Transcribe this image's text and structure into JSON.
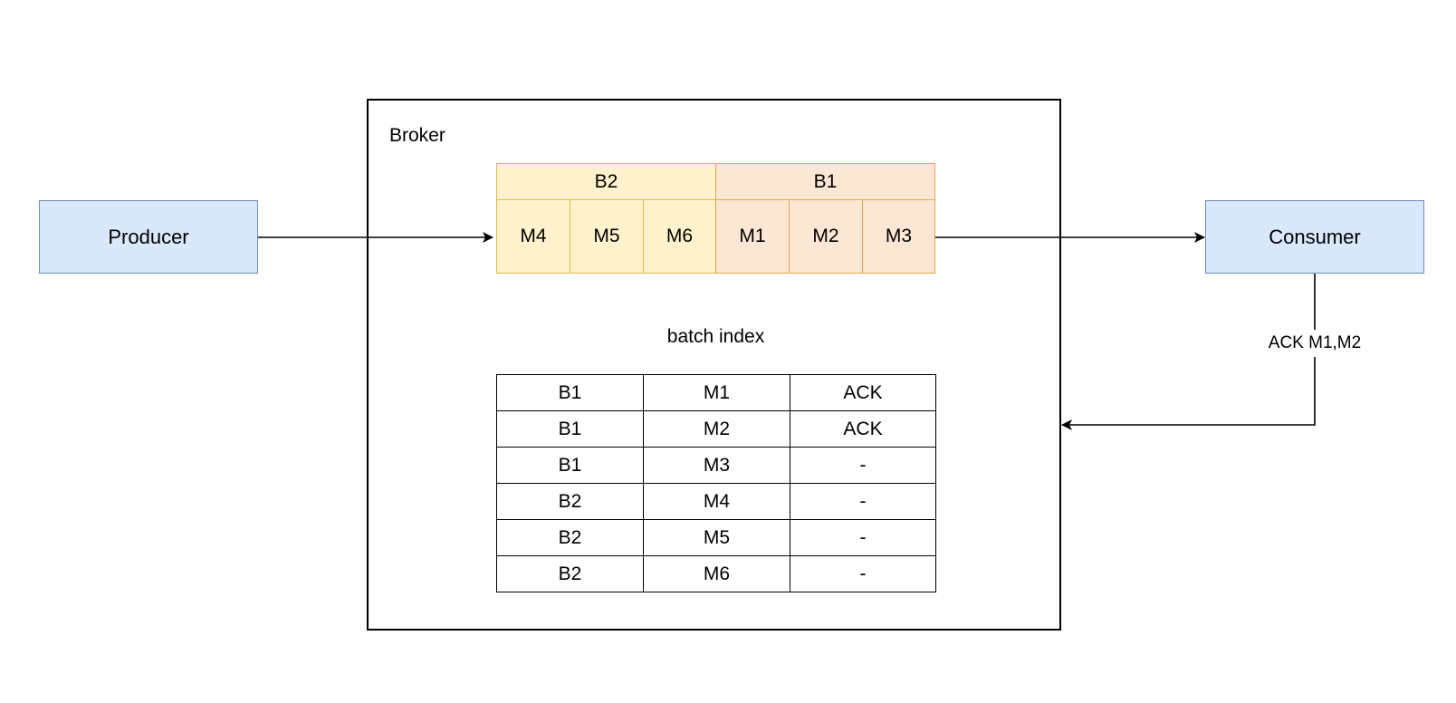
{
  "producer": {
    "label": "Producer"
  },
  "consumer": {
    "label": "Consumer"
  },
  "broker": {
    "label": "Broker"
  },
  "queue": {
    "batches": [
      {
        "label": "B2",
        "messages": [
          "M4",
          "M5",
          "M6"
        ]
      },
      {
        "label": "B1",
        "messages": [
          "M1",
          "M2",
          "M3"
        ]
      }
    ]
  },
  "batch_index": {
    "title": "batch index",
    "rows": [
      [
        "B1",
        "M1",
        "ACK"
      ],
      [
        "B1",
        "M2",
        "ACK"
      ],
      [
        "B1",
        "M3",
        "-"
      ],
      [
        "B2",
        "M4",
        "-"
      ],
      [
        "B2",
        "M5",
        "-"
      ],
      [
        "B2",
        "M6",
        "-"
      ]
    ]
  },
  "edges": {
    "ack_label": "ACK M1,M2"
  },
  "colors": {
    "node_fill": "#dae8fc",
    "node_stroke": "#6c8ebf",
    "batch_b2_fill": "#fff2cc",
    "batch_b1_fill": "#fce6d4",
    "batch_stroke": "#e8b84a"
  }
}
